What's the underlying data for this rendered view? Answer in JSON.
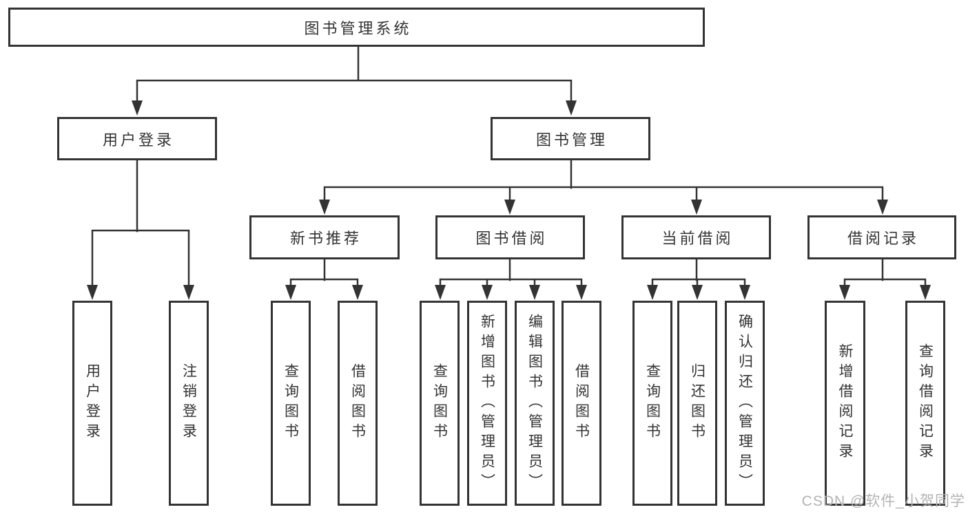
{
  "colors": {
    "line": "#333333",
    "text": "#333333",
    "box_background": "#ffffff",
    "page_background": "#ffffff",
    "watermark": "#b3b3b3"
  },
  "nodes": {
    "root": "图书管理系统",
    "level1": {
      "userLogin": "用户登录",
      "bookMgmt": "图书管理"
    },
    "level2": {
      "newBookRec": "新书推荐",
      "bookBorrow": "图书借阅",
      "currentBorrow": "当前借阅",
      "borrowRecord": "借阅记录"
    },
    "leaves": {
      "userLogin": [
        "用户登录",
        "注销登录"
      ],
      "newBookRec": [
        "查询图书",
        "借阅图书"
      ],
      "bookBorrow": [
        "查询图书",
        "新增图书（管理员）",
        "编辑图书（管理员）",
        "借阅图书"
      ],
      "currentBorrow": [
        "查询图书",
        "归还图书",
        "确认归还（管理员）"
      ],
      "borrowRecord": [
        "新增借阅记录",
        "查询借阅记录"
      ]
    }
  },
  "watermark": "CSDN @软件_小贺同学"
}
